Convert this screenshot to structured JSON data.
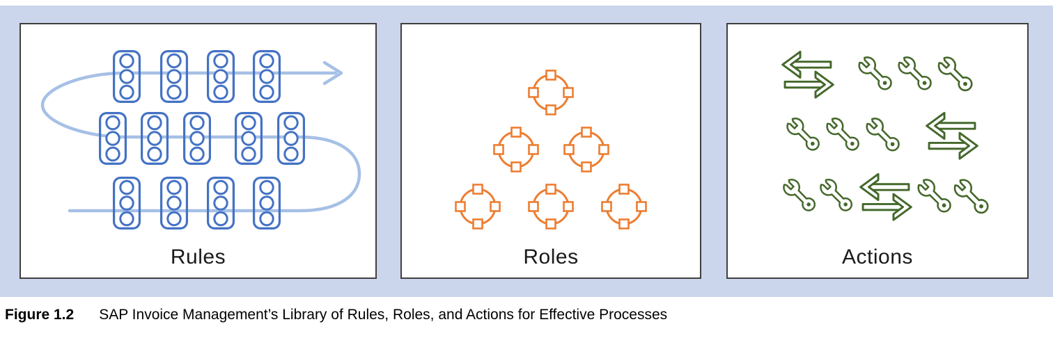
{
  "figure": {
    "label": "Figure 1.2",
    "caption": "SAP Invoice Management’s Library of Rules, Roles, and Actions for Effective Processes"
  },
  "panels": [
    {
      "id": "rules",
      "label": "Rules",
      "icon": "traffic-light-domino-icon",
      "accent": "#4472c4",
      "flow_arrow_color": "#a6c0e6",
      "flow_arrow": "snaking left-to-right arrow through three rows",
      "rows": [
        4,
        5,
        4
      ]
    },
    {
      "id": "roles",
      "label": "Roles",
      "icon": "role-ring-icon",
      "accent": "#ed7d31",
      "rows": [
        1,
        2,
        3
      ]
    },
    {
      "id": "actions",
      "label": "Actions",
      "accent": "#44682b",
      "rows": [
        [
          "swap-arrows-icon",
          "wrench-icon",
          "wrench-icon",
          "wrench-icon"
        ],
        [
          "wrench-icon",
          "wrench-icon",
          "wrench-icon",
          "swap-arrows-icon"
        ],
        [
          "wrench-icon",
          "wrench-icon",
          "swap-arrows-icon",
          "wrench-icon",
          "wrench-icon"
        ]
      ]
    }
  ],
  "colors": {
    "background": "#cbd5ec",
    "panel_bg": "#ffffff",
    "panel_border": "#3f3f3f",
    "label_text": "#1a1a1a",
    "caption_text": "#000000"
  }
}
